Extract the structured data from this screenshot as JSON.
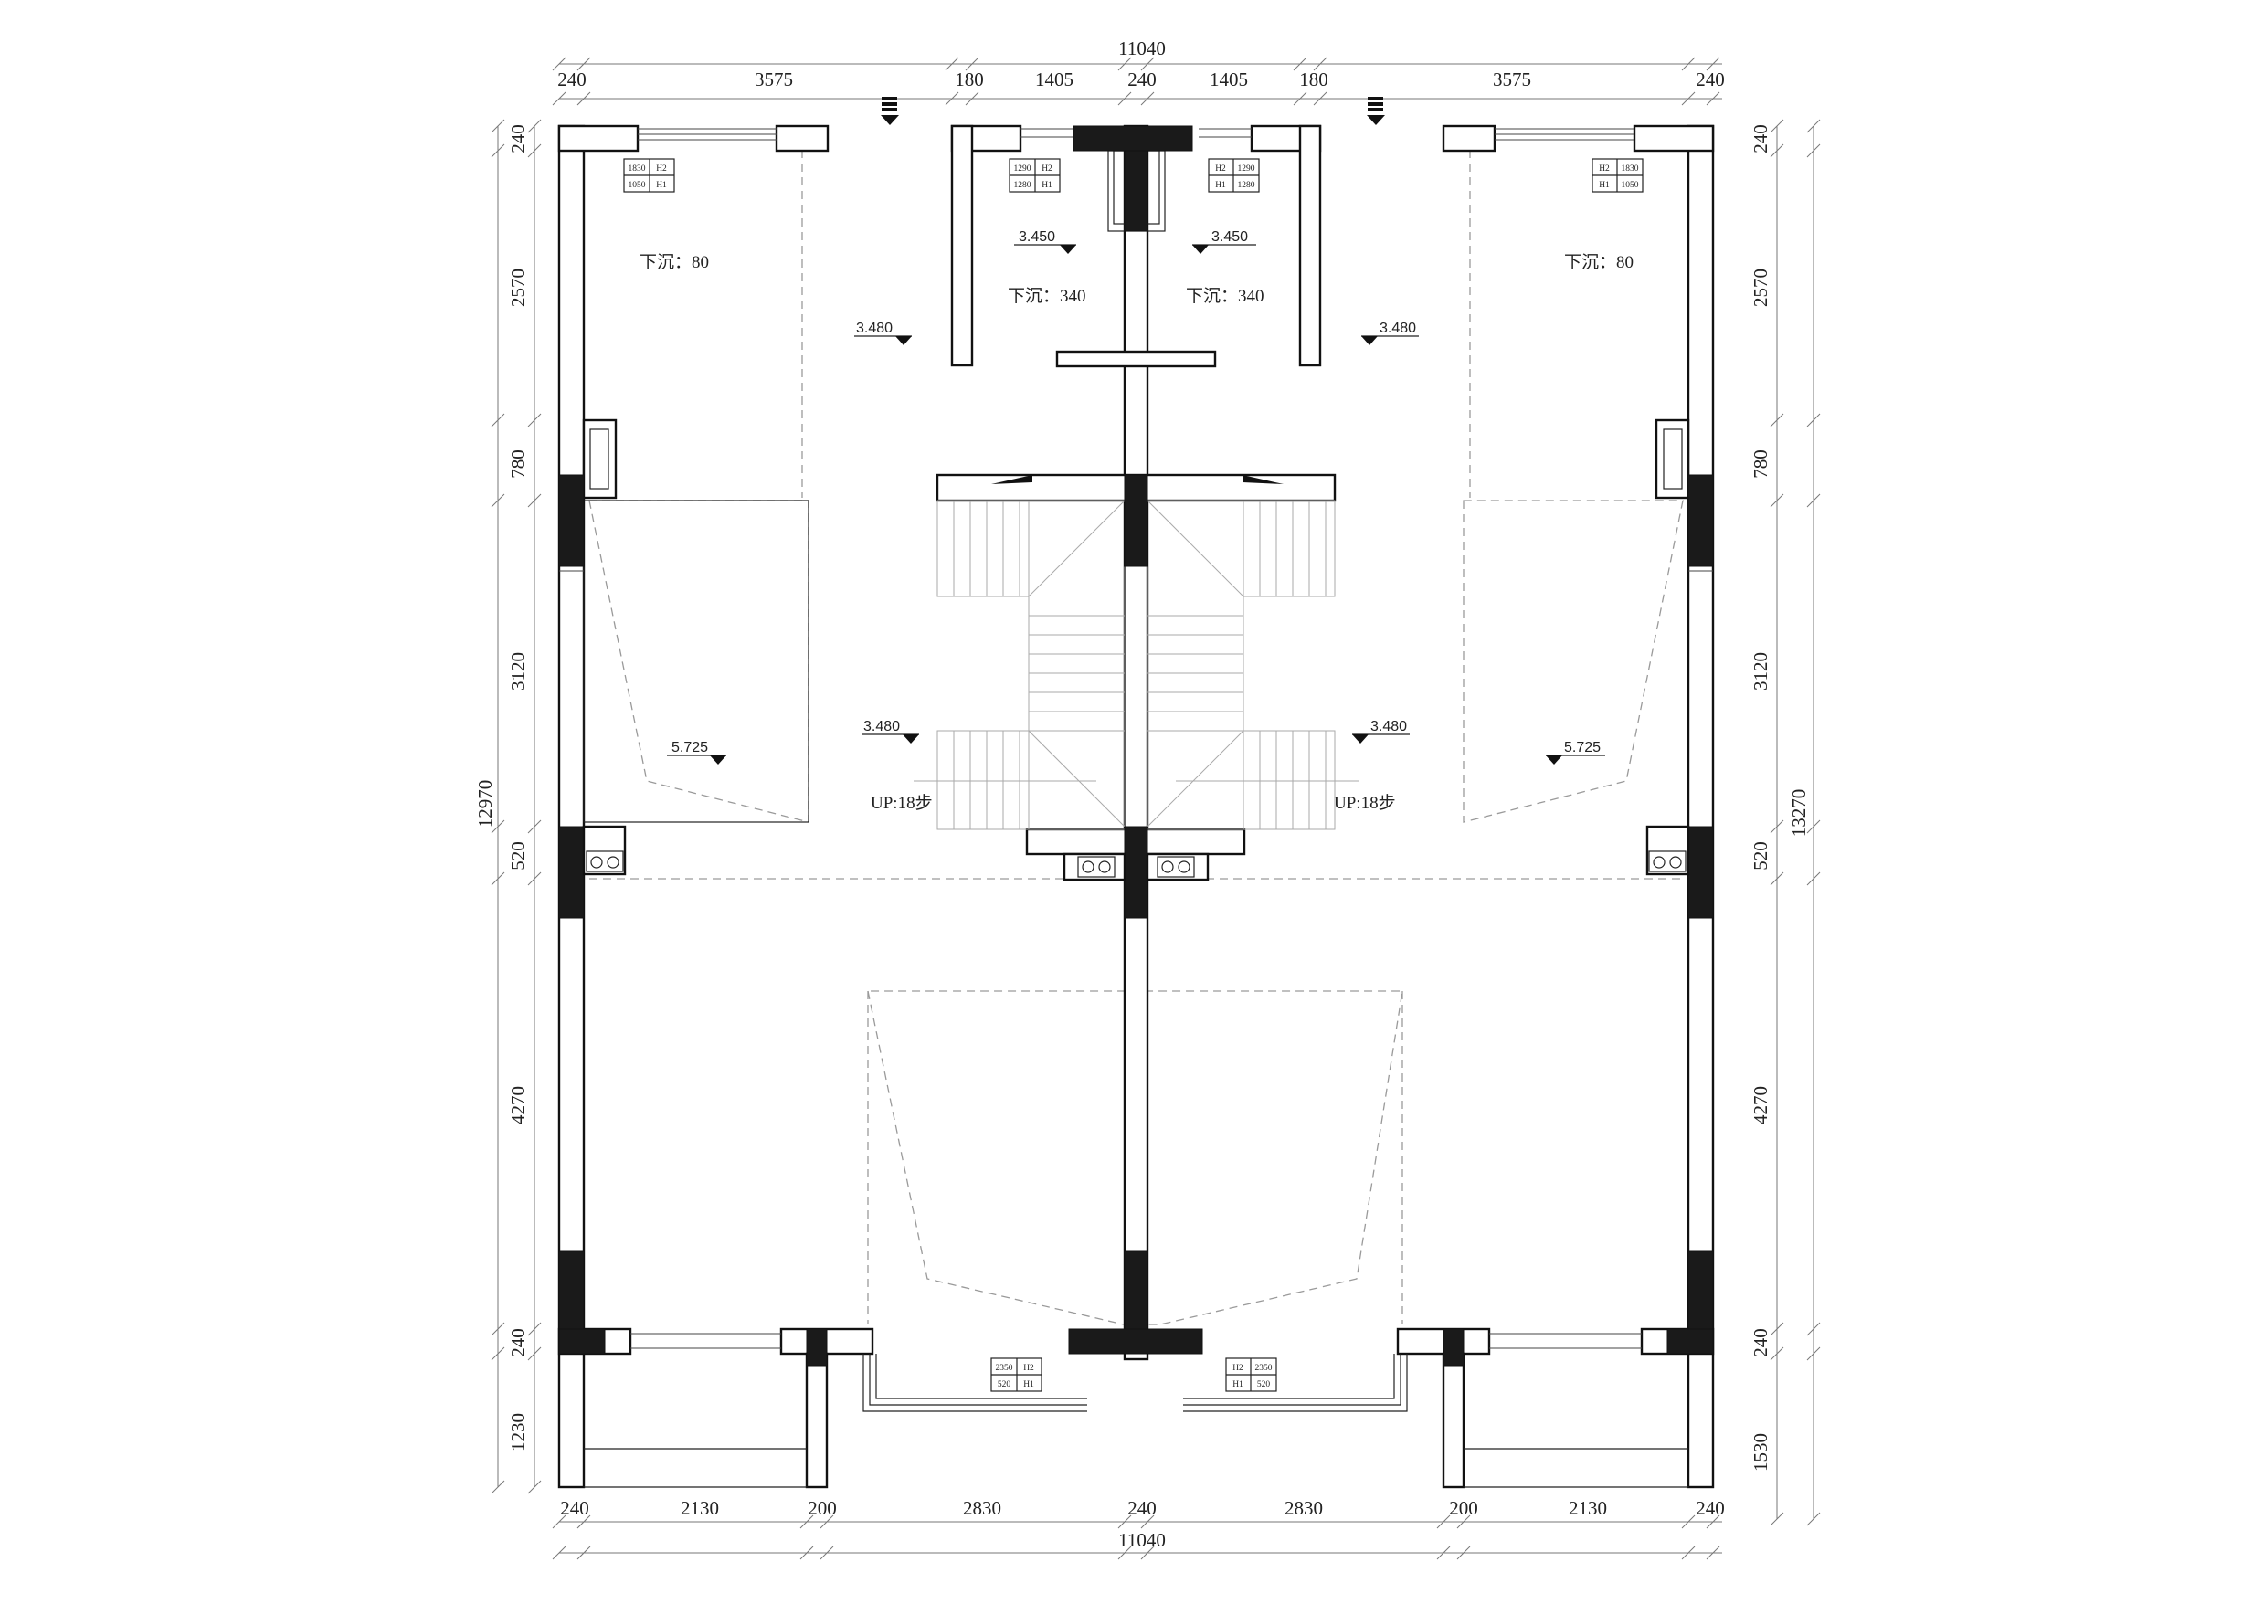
{
  "plan": {
    "dimensions": {
      "top_total": "11040",
      "top_segments": [
        "240",
        "3575",
        "180",
        "1405",
        "240",
        "1405",
        "180",
        "3575",
        "240"
      ],
      "bottom_total": "11040",
      "bottom_segments": [
        "240",
        "2130",
        "200",
        "2830",
        "240",
        "2830",
        "200",
        "2130",
        "240"
      ],
      "left_total": "12970",
      "left_segments": [
        "240",
        "2570",
        "780",
        "3120",
        "520",
        "4270",
        "240",
        "1230"
      ],
      "right_total": "13270",
      "right_segments": [
        "240",
        "2570",
        "780",
        "3120",
        "520",
        "4270",
        "240",
        "1530"
      ]
    },
    "levels": {
      "balcony_left": "3.450",
      "balcony_right": "3.450",
      "upper_left": "3.480",
      "upper_right": "3.480",
      "stair_left": "3.480",
      "stair_right": "3.480",
      "room_left": "5.725",
      "room_right": "5.725"
    },
    "notes": {
      "sink_left": "下沉：80",
      "sink_right": "下沉：80",
      "sink_mid_left": "下沉：340",
      "sink_mid_right": "下沉：340",
      "up_left": "UP:18步",
      "up_right": "UP:18步"
    },
    "window_tags": {
      "top_left": {
        "r1a": "1830",
        "r1b": "H2",
        "r2a": "1050",
        "r2b": "H1"
      },
      "top_mid_left": {
        "r1a": "1290",
        "r1b": "H2",
        "r2a": "1280",
        "r2b": "H1"
      },
      "top_mid_right": {
        "r1a": "H2",
        "r1b": "1290",
        "r2a": "H1",
        "r2b": "1280"
      },
      "top_right": {
        "r1a": "H2",
        "r1b": "1830",
        "r2a": "H1",
        "r2b": "1050"
      },
      "bottom_left": {
        "r1a": "2350",
        "r1b": "H2",
        "r2a": "520",
        "r2b": "H1"
      },
      "bottom_right": {
        "r1a": "H2",
        "r1b": "2350",
        "r2a": "H1",
        "r2b": "520"
      }
    },
    "icons": [
      "section-marker-icon",
      "level-marker-icon",
      "stove-icon"
    ]
  }
}
